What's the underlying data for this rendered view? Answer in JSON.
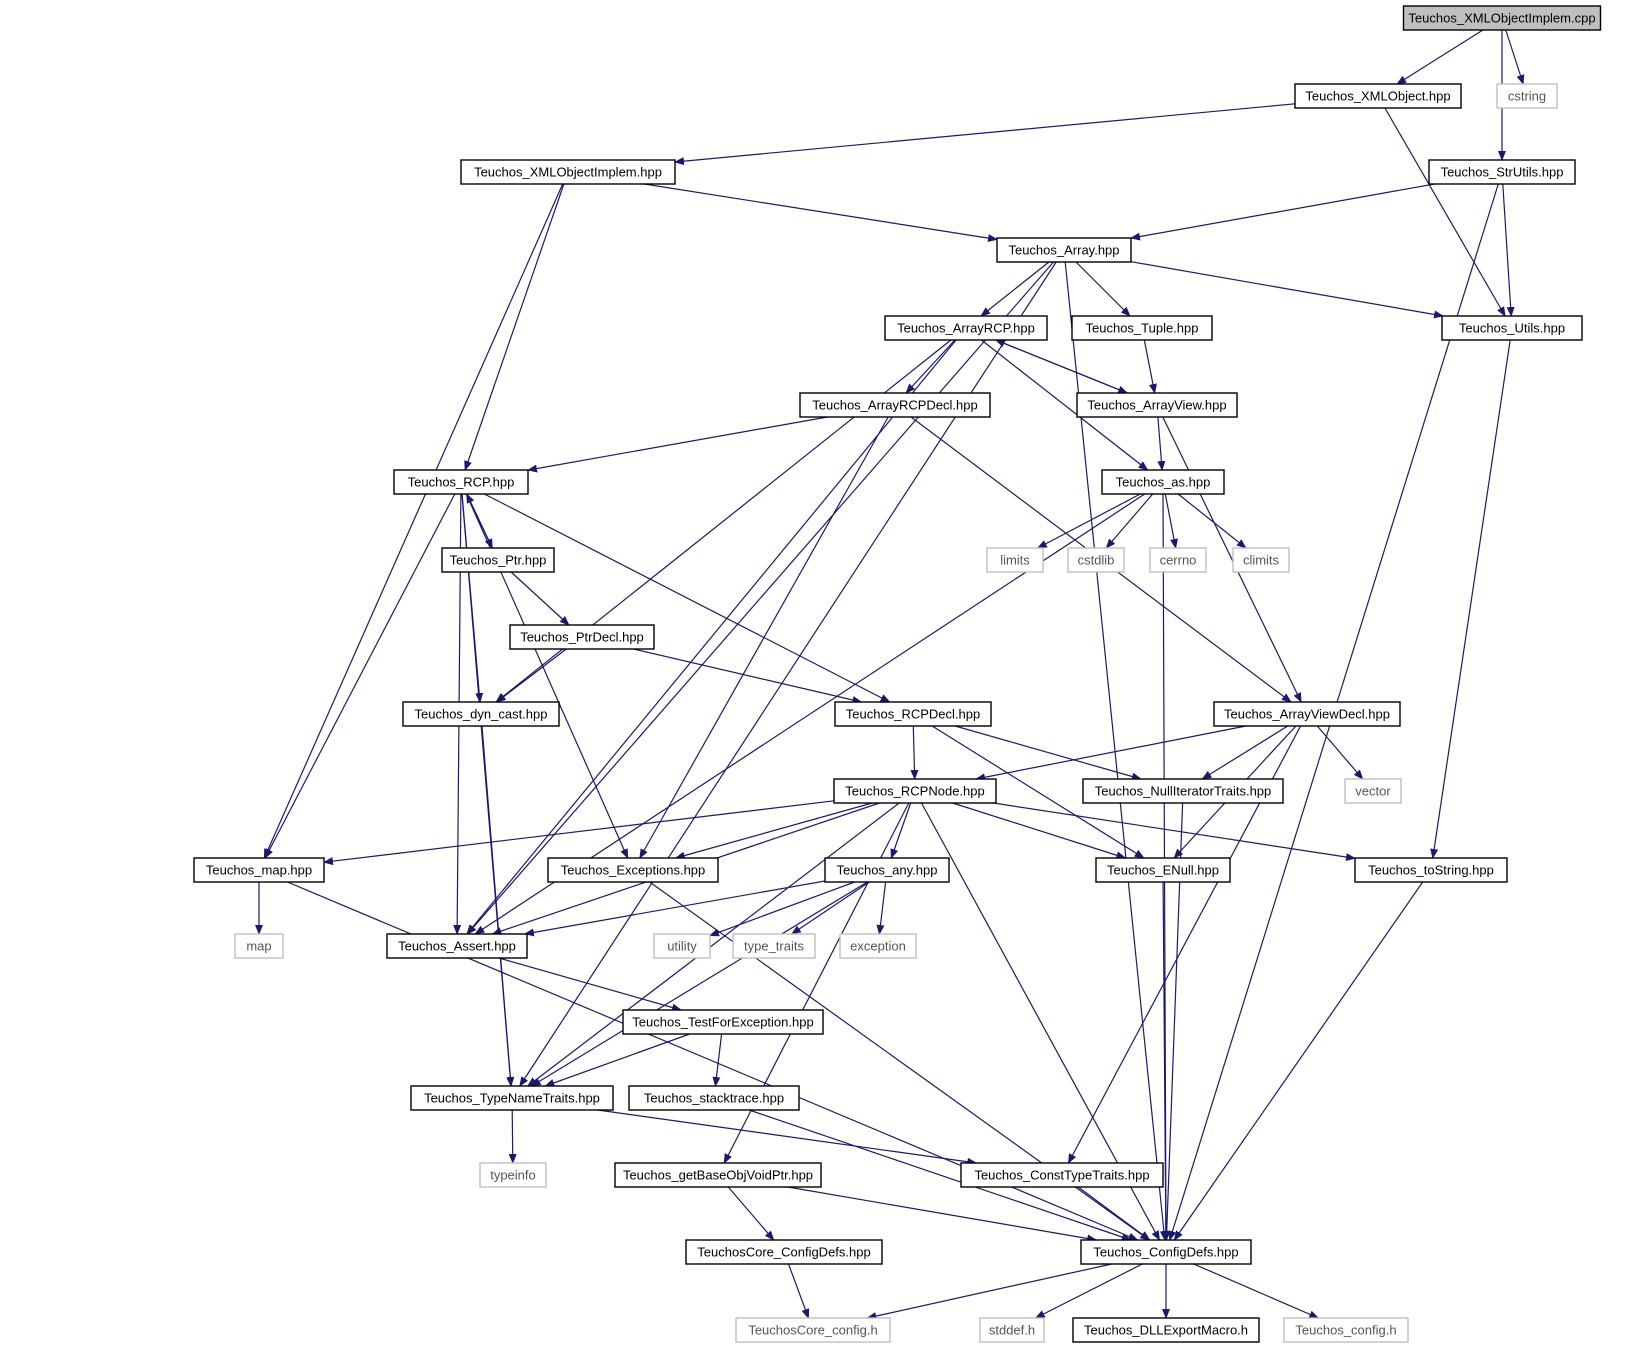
{
  "diagram": {
    "type": "include-dependency-graph",
    "root": "Teuchos_XMLObjectImplem.cpp",
    "colors": {
      "edge": "#191970",
      "node_border": "#000000",
      "external_border": "#bfbfbf",
      "root_fill": "#bfbfbf",
      "node_fill": "#ffffff"
    },
    "nodes": [
      {
        "id": "root",
        "label": "Teuchos_XMLObjectImplem.cpp",
        "kind": "root"
      },
      {
        "id": "xmlobject",
        "label": "Teuchos_XMLObject.hpp",
        "kind": "header"
      },
      {
        "id": "cstring",
        "label": "cstring",
        "kind": "external"
      },
      {
        "id": "xmlimplem",
        "label": "Teuchos_XMLObjectImplem.hpp",
        "kind": "header"
      },
      {
        "id": "strutils",
        "label": "Teuchos_StrUtils.hpp",
        "kind": "header"
      },
      {
        "id": "array",
        "label": "Teuchos_Array.hpp",
        "kind": "header"
      },
      {
        "id": "arrayrcp",
        "label": "Teuchos_ArrayRCP.hpp",
        "kind": "header"
      },
      {
        "id": "tuple",
        "label": "Teuchos_Tuple.hpp",
        "kind": "header"
      },
      {
        "id": "utils",
        "label": "Teuchos_Utils.hpp",
        "kind": "header"
      },
      {
        "id": "arrayrcpdecl",
        "label": "Teuchos_ArrayRCPDecl.hpp",
        "kind": "header"
      },
      {
        "id": "arrayview",
        "label": "Teuchos_ArrayView.hpp",
        "kind": "header"
      },
      {
        "id": "rcp",
        "label": "Teuchos_RCP.hpp",
        "kind": "header"
      },
      {
        "id": "as",
        "label": "Teuchos_as.hpp",
        "kind": "header"
      },
      {
        "id": "ptr",
        "label": "Teuchos_Ptr.hpp",
        "kind": "header"
      },
      {
        "id": "limits",
        "label": "limits",
        "kind": "external"
      },
      {
        "id": "cstdlib",
        "label": "cstdlib",
        "kind": "external"
      },
      {
        "id": "cerrno",
        "label": "cerrno",
        "kind": "external"
      },
      {
        "id": "climits",
        "label": "climits",
        "kind": "external"
      },
      {
        "id": "ptrdecl",
        "label": "Teuchos_PtrDecl.hpp",
        "kind": "header"
      },
      {
        "id": "dyncast",
        "label": "Teuchos_dyn_cast.hpp",
        "kind": "header"
      },
      {
        "id": "rcpdecl",
        "label": "Teuchos_RCPDecl.hpp",
        "kind": "header"
      },
      {
        "id": "arrayviewdecl",
        "label": "Teuchos_ArrayViewDecl.hpp",
        "kind": "header"
      },
      {
        "id": "rcpnode",
        "label": "Teuchos_RCPNode.hpp",
        "kind": "header"
      },
      {
        "id": "nulliter",
        "label": "Teuchos_NullIteratorTraits.hpp",
        "kind": "header"
      },
      {
        "id": "vector",
        "label": "vector",
        "kind": "external"
      },
      {
        "id": "map",
        "label": "Teuchos_map.hpp",
        "kind": "header"
      },
      {
        "id": "exceptions",
        "label": "Teuchos_Exceptions.hpp",
        "kind": "header"
      },
      {
        "id": "any",
        "label": "Teuchos_any.hpp",
        "kind": "header"
      },
      {
        "id": "enull",
        "label": "Teuchos_ENull.hpp",
        "kind": "header"
      },
      {
        "id": "tostring",
        "label": "Teuchos_toString.hpp",
        "kind": "header"
      },
      {
        "id": "stdmap",
        "label": "map",
        "kind": "external"
      },
      {
        "id": "assert",
        "label": "Teuchos_Assert.hpp",
        "kind": "header"
      },
      {
        "id": "utility",
        "label": "utility",
        "kind": "external"
      },
      {
        "id": "typetraits",
        "label": "type_traits",
        "kind": "external"
      },
      {
        "id": "exception",
        "label": "exception",
        "kind": "external"
      },
      {
        "id": "testforexc",
        "label": "Teuchos_TestForException.hpp",
        "kind": "header"
      },
      {
        "id": "typename",
        "label": "Teuchos_TypeNameTraits.hpp",
        "kind": "header"
      },
      {
        "id": "stacktrace",
        "label": "Teuchos_stacktrace.hpp",
        "kind": "header"
      },
      {
        "id": "typeinfo",
        "label": "typeinfo",
        "kind": "external"
      },
      {
        "id": "getbaseobj",
        "label": "Teuchos_getBaseObjVoidPtr.hpp",
        "kind": "header"
      },
      {
        "id": "consttype",
        "label": "Teuchos_ConstTypeTraits.hpp",
        "kind": "header"
      },
      {
        "id": "coreconfigdefs",
        "label": "TeuchosCore_ConfigDefs.hpp",
        "kind": "header"
      },
      {
        "id": "configdefs",
        "label": "Teuchos_ConfigDefs.hpp",
        "kind": "header"
      },
      {
        "id": "coreconfig",
        "label": "TeuchosCore_config.h",
        "kind": "external"
      },
      {
        "id": "stddef",
        "label": "stddef.h",
        "kind": "external"
      },
      {
        "id": "dllexport",
        "label": "Teuchos_DLLExportMacro.h",
        "kind": "header"
      },
      {
        "id": "config",
        "label": "Teuchos_config.h",
        "kind": "external"
      }
    ],
    "edges": [
      [
        "root",
        "xmlobject"
      ],
      [
        "root",
        "cstring"
      ],
      [
        "root",
        "strutils"
      ],
      [
        "xmlobject",
        "xmlimplem"
      ],
      [
        "xmlobject",
        "utils"
      ],
      [
        "xmlimplem",
        "array"
      ],
      [
        "xmlimplem",
        "rcp"
      ],
      [
        "xmlimplem",
        "map"
      ],
      [
        "strutils",
        "array"
      ],
      [
        "strutils",
        "utils"
      ],
      [
        "strutils",
        "configdefs"
      ],
      [
        "array",
        "arrayrcp"
      ],
      [
        "array",
        "tuple"
      ],
      [
        "array",
        "utils"
      ],
      [
        "array",
        "configdefs"
      ],
      [
        "array",
        "typename"
      ],
      [
        "array",
        "assert"
      ],
      [
        "utils",
        "tostring"
      ],
      [
        "arrayrcp",
        "arrayrcpdecl"
      ],
      [
        "arrayrcp",
        "arrayview"
      ],
      [
        "arrayrcp",
        "as"
      ],
      [
        "arrayrcp",
        "dyncast"
      ],
      [
        "arrayrcp",
        "assert"
      ],
      [
        "tuple",
        "arrayview"
      ],
      [
        "arrayview",
        "arrayrcp"
      ],
      [
        "arrayview",
        "as"
      ],
      [
        "arrayview",
        "arrayviewdecl"
      ],
      [
        "arrayrcpdecl",
        "rcp"
      ],
      [
        "arrayrcpdecl",
        "exceptions"
      ],
      [
        "arrayrcpdecl",
        "arrayviewdecl"
      ],
      [
        "rcp",
        "ptr"
      ],
      [
        "rcp",
        "dyncast"
      ],
      [
        "rcp",
        "rcpdecl"
      ],
      [
        "rcp",
        "map"
      ],
      [
        "rcp",
        "exceptions"
      ],
      [
        "rcp",
        "assert"
      ],
      [
        "rcp",
        "typename"
      ],
      [
        "ptr",
        "rcp"
      ],
      [
        "ptr",
        "ptrdecl"
      ],
      [
        "ptrdecl",
        "dyncast"
      ],
      [
        "ptrdecl",
        "rcpdecl"
      ],
      [
        "as",
        "limits"
      ],
      [
        "as",
        "cstdlib"
      ],
      [
        "as",
        "cerrno"
      ],
      [
        "as",
        "climits"
      ],
      [
        "as",
        "assert"
      ],
      [
        "as",
        "configdefs"
      ],
      [
        "dyncast",
        "typename"
      ],
      [
        "rcpdecl",
        "rcpnode"
      ],
      [
        "rcpdecl",
        "nulliter"
      ],
      [
        "rcpdecl",
        "enull"
      ],
      [
        "arrayviewdecl",
        "rcpnode"
      ],
      [
        "arrayviewdecl",
        "nulliter"
      ],
      [
        "arrayviewdecl",
        "vector"
      ],
      [
        "arrayviewdecl",
        "enull"
      ],
      [
        "arrayviewdecl",
        "consttype"
      ],
      [
        "rcpnode",
        "map"
      ],
      [
        "rcpnode",
        "exceptions"
      ],
      [
        "rcpnode",
        "any"
      ],
      [
        "rcpnode",
        "enull"
      ],
      [
        "rcpnode",
        "tostring"
      ],
      [
        "rcpnode",
        "assert"
      ],
      [
        "rcpnode",
        "typename"
      ],
      [
        "rcpnode",
        "getbaseobj"
      ],
      [
        "rcpnode",
        "configdefs"
      ],
      [
        "nulliter",
        "configdefs"
      ],
      [
        "map",
        "stdmap"
      ],
      [
        "map",
        "configdefs"
      ],
      [
        "exceptions",
        "configdefs"
      ],
      [
        "any",
        "assert"
      ],
      [
        "any",
        "utility"
      ],
      [
        "any",
        "typetraits"
      ],
      [
        "any",
        "exception"
      ],
      [
        "any",
        "typename"
      ],
      [
        "enull",
        "configdefs"
      ],
      [
        "tostring",
        "configdefs"
      ],
      [
        "assert",
        "testforexc"
      ],
      [
        "testforexc",
        "typename"
      ],
      [
        "testforexc",
        "stacktrace"
      ],
      [
        "typename",
        "typeinfo"
      ],
      [
        "typename",
        "consttype"
      ],
      [
        "stacktrace",
        "configdefs"
      ],
      [
        "getbaseobj",
        "coreconfigdefs"
      ],
      [
        "getbaseobj",
        "configdefs"
      ],
      [
        "consttype",
        "configdefs"
      ],
      [
        "coreconfigdefs",
        "coreconfig"
      ],
      [
        "configdefs",
        "coreconfig"
      ],
      [
        "configdefs",
        "stddef"
      ],
      [
        "configdefs",
        "dllexport"
      ],
      [
        "configdefs",
        "config"
      ]
    ]
  }
}
